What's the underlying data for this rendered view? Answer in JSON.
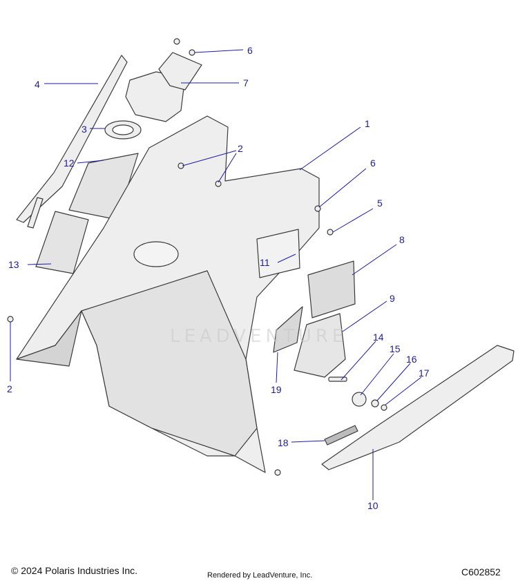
{
  "callouts": [
    {
      "id": "6a",
      "text": "6"
    },
    {
      "id": "4",
      "text": "4"
    },
    {
      "id": "7",
      "text": "7"
    },
    {
      "id": "3",
      "text": "3"
    },
    {
      "id": "1",
      "text": "1"
    },
    {
      "id": "2a",
      "text": "2"
    },
    {
      "id": "12",
      "text": "12"
    },
    {
      "id": "6b",
      "text": "6"
    },
    {
      "id": "5",
      "text": "5"
    },
    {
      "id": "8",
      "text": "8"
    },
    {
      "id": "11",
      "text": "11"
    },
    {
      "id": "13",
      "text": "13"
    },
    {
      "id": "9",
      "text": "9"
    },
    {
      "id": "14",
      "text": "14"
    },
    {
      "id": "15",
      "text": "15"
    },
    {
      "id": "16",
      "text": "16"
    },
    {
      "id": "17",
      "text": "17"
    },
    {
      "id": "2b",
      "text": "2"
    },
    {
      "id": "19",
      "text": "19"
    },
    {
      "id": "18",
      "text": "18"
    },
    {
      "id": "10",
      "text": "10"
    }
  ],
  "footer": {
    "copyright": "© 2024 Polaris Industries Inc.",
    "rendered_by": "Rendered by LeadVenture, Inc.",
    "diagram_code": "C602852"
  },
  "watermark": "LEADVENTURE",
  "colors": {
    "callout_text": "#1a1aa6",
    "leader_line": "#1a1aa6",
    "part_stroke": "#3a3a3a",
    "part_fill": "#eeeeee",
    "part_shade": "#d4d4d4"
  }
}
